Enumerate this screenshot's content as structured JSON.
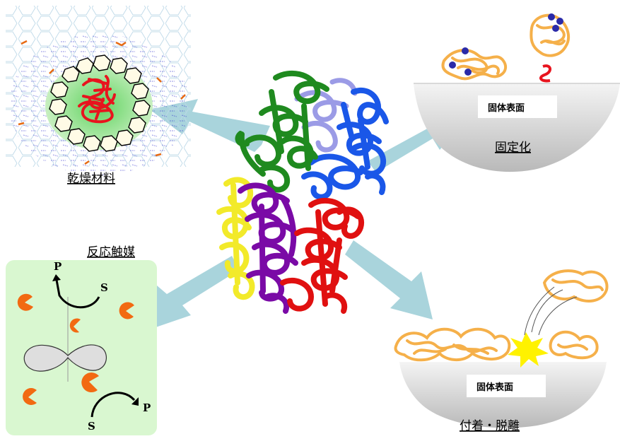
{
  "labels": {
    "dry_material": "乾燥材料",
    "immobilization": "固定化",
    "reaction_catalysis": "反応触媒",
    "adsorption_desorption": "付着・脱離"
  },
  "surface_labels": {
    "top": "固体表面",
    "bottom": "固体表面"
  },
  "catalysis_symbols": {
    "product_top": "P",
    "substrate_top": "S",
    "product_bottom": "P",
    "substrate_bottom": "S"
  },
  "colors": {
    "arrow": "#a9d4dc",
    "catalysis_bg": "#d9f7d0",
    "chain_green": "#1f8a1f",
    "chain_blue": "#1a57e8",
    "chain_lavender": "#9b9be6",
    "chain_yellow": "#f2ea2a",
    "chain_purple": "#7a0aa6",
    "chain_red": "#e01010",
    "unfolded_protein": "#f5b04a",
    "ligand": "#2a2aa8",
    "pacman": "#f26a12",
    "spark": "#fff200"
  },
  "icons": [
    "protein-ribbon-icon",
    "pacman-substrate-icon",
    "reaction-arrow-icon",
    "enzyme-dimer-icon",
    "lattice-icon",
    "spark-icon"
  ]
}
